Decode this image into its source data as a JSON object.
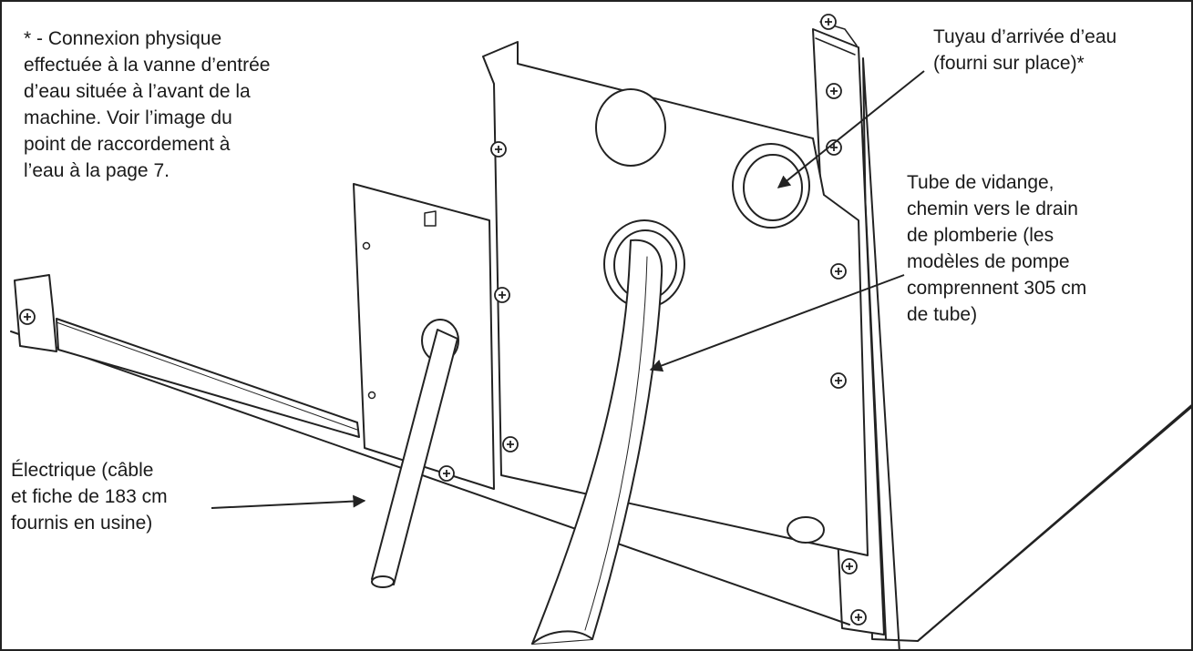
{
  "labels": {
    "note": [
      "* - Connexion physique",
      "effectuée à la vanne d’entrée",
      "d’eau située à l’avant de la",
      "machine. Voir l’image du",
      "point de raccordement à",
      "l’eau à la page 7."
    ],
    "water_inlet": [
      "Tuyau d’arrivée d’eau",
      "(fourni sur place)*"
    ],
    "drain_tube": [
      "Tube de vidange,",
      "chemin vers le drain",
      "de plomberie (les",
      "modèles de pompe",
      "comprennent 305 cm",
      "de tube)"
    ],
    "electrical": [
      "Électrique (câble",
      "et fiche de 183 cm",
      "fournis en usine)"
    ]
  },
  "colors": {
    "line": "#222222",
    "text": "#1a1a1a",
    "fill": "#ffffff"
  }
}
